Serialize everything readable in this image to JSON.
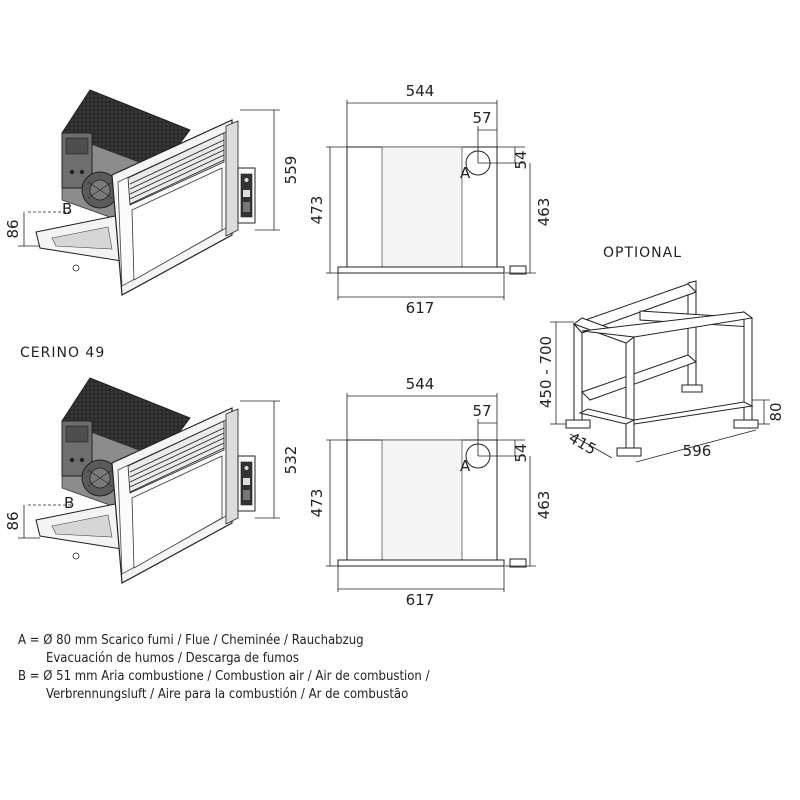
{
  "labels": {
    "model": "CERINO 49",
    "optional": "OPTIONAL",
    "point_a": "A",
    "point_b": "B"
  },
  "dimensions": {
    "top_side_height": "559",
    "bottom_side_height": "532",
    "side_inlet_height": "86",
    "front_width": "544",
    "flue_offset": "57",
    "flue_drop": "54",
    "front_height": "473",
    "flue_height": "463",
    "base_width": "617",
    "stand_height": "450 - 700",
    "stand_foot": "80",
    "stand_depth": "415",
    "stand_width": "596"
  },
  "legend": {
    "a_line1": "A = Ø 80 mm  Scarico fumi / Flue / Cheminée / Rauchabzug",
    "a_line2": "Evacuación de humos / Descarga de fumos",
    "b_line1": "B = Ø 51 mm  Aria combustione / Combustion air / Air de combustion /",
    "b_line2": "Verbrennungsluft / Aire para la combustión / Ar de combustão"
  }
}
